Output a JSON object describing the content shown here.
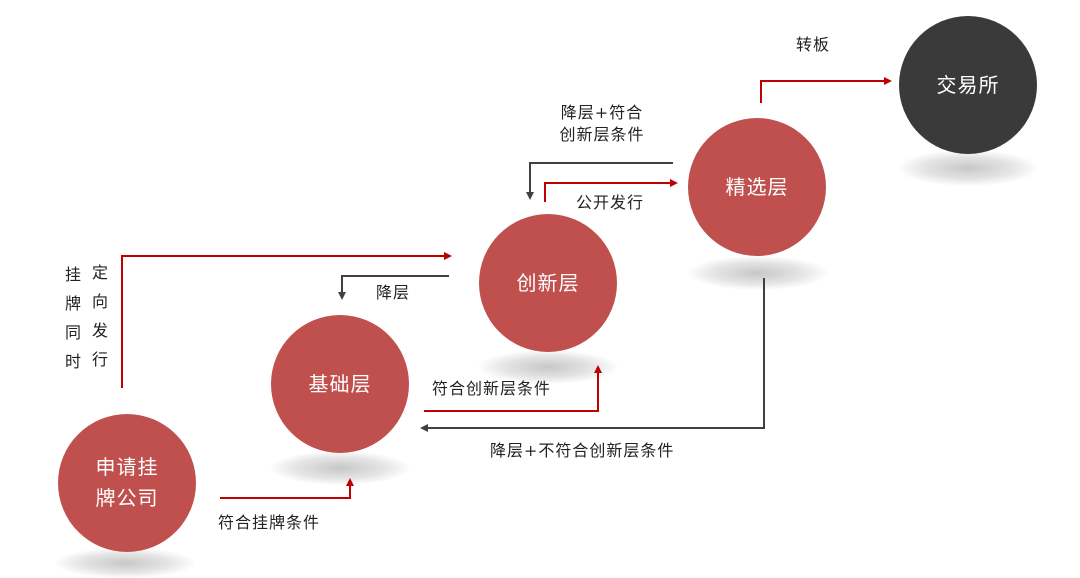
{
  "nodes": {
    "apply": "申请挂\n牌公司",
    "base": "基础层",
    "innovation": "创新层",
    "select": "精选层",
    "exchange": "交易所"
  },
  "labels": {
    "listing_conditions": "符合挂牌条件",
    "innovation_conditions": "符合创新层条件",
    "downgrade_not_meet": "降层+不符合创新层条件",
    "downgrade": "降层",
    "downgrade_meet_line1": "降层+符合",
    "downgrade_meet_line2": "创新层条件",
    "public_issue": "公开发行",
    "transfer": "转板",
    "listing_col1": "挂牌同时",
    "listing_col2": "定向发行"
  },
  "colors": {
    "red_node": "#c0504d",
    "dark_node": "#3a3a3a",
    "red_arrow": "#c00000",
    "dark_arrow": "#404040"
  }
}
